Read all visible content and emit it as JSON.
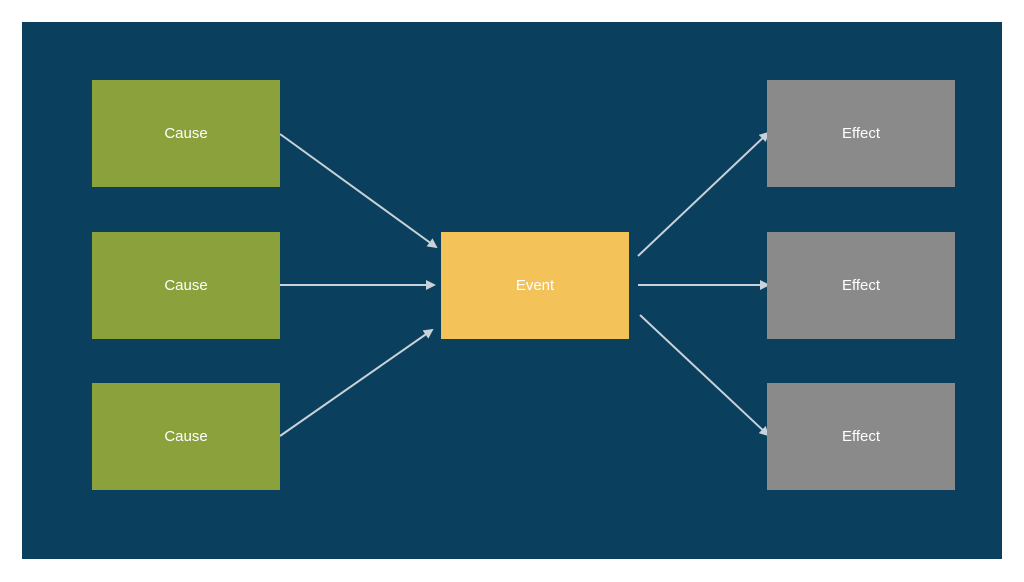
{
  "diagram": {
    "colors": {
      "background": "#0a3f5d",
      "cause": "#8ba13b",
      "event": "#f3c35a",
      "effect": "#8a8a8a",
      "arrow": "#c8d2d8",
      "text": "#ffffff"
    },
    "causes": [
      {
        "label": "Cause"
      },
      {
        "label": "Cause"
      },
      {
        "label": "Cause"
      }
    ],
    "event": {
      "label": "Event"
    },
    "effects": [
      {
        "label": "Effect"
      },
      {
        "label": "Effect"
      },
      {
        "label": "Effect"
      }
    ]
  }
}
